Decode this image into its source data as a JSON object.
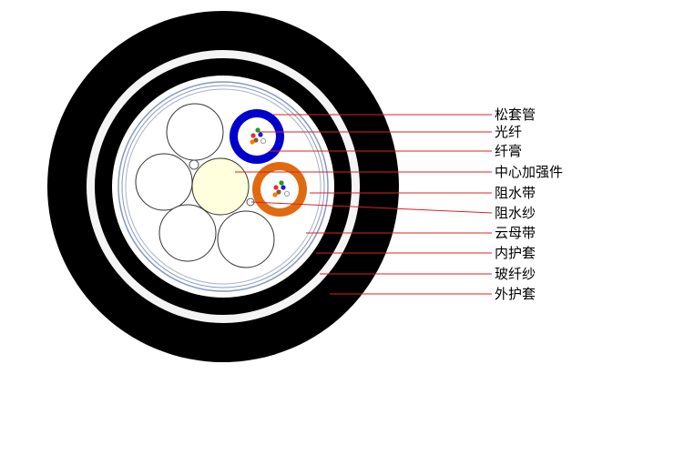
{
  "labels": [
    "松套管",
    "光纤",
    "纤膏",
    "中心加强件",
    "阻水带",
    "阻水纱",
    "云母带",
    "内护套",
    "玻纤纱",
    "外护套"
  ],
  "colors": {
    "outer_sheath": "#000000",
    "glass_yarn_layer": "#f2f2f2",
    "inner_sheath": "#000000",
    "core_background": "#ffffff",
    "tape_ring": "#5577aa",
    "tube_blue": "#0000cc",
    "tube_orange": "#e06a10",
    "central_strength": "#ffffdd",
    "leader_line": "#e02020"
  },
  "fiber_colors": [
    "#1a9e1a",
    "#e03030",
    "#1a1ae0",
    "#8a5a2a",
    "#ff7a00",
    "#cccccc"
  ]
}
